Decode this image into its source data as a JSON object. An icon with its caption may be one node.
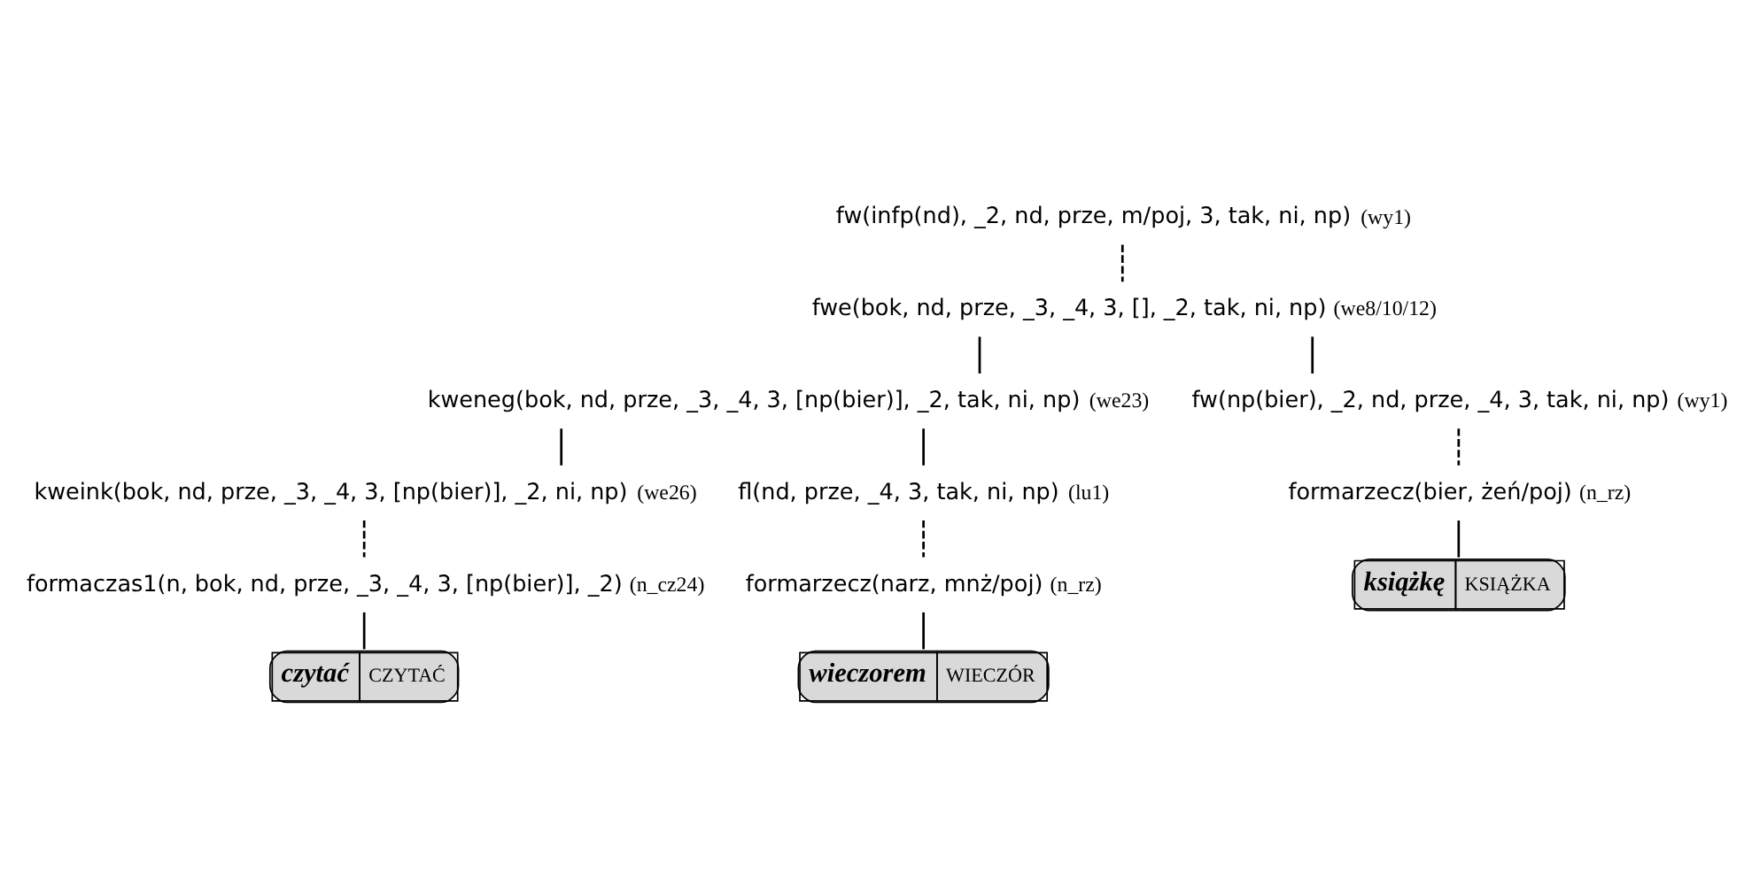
{
  "diagram": {
    "nodes": [
      {
        "text": [
          "fw(infp(nd), _2, nd, prze, m/poj, 3, tak, ni, np)"
        ],
        "beside": [
          "(wy1)"
        ]
      },
      {
        "text": [
          "fwe(bok, nd, prze, _3, _4, 3, [], _2, tak, ni, np)"
        ],
        "beside": [
          "(we8/10/12)"
        ]
      },
      {
        "text": [
          "kweneg(bok, nd, prze, _3, _4, 3, [np(bier)], _2, tak, ni, np)"
        ],
        "beside": [
          "(we23)"
        ]
      },
      {
        "text": [
          "kweink(bok, nd, prze, _3, _4, 3, [np(bier)], _2, ni, np)"
        ],
        "beside": [
          "(we26)"
        ]
      },
      {
        "text": [
          "formaczas1(n, bok, nd, prze, _3, _4, 3, [np(bier)], _2)"
        ],
        "beside": [
          "(n_cz24)"
        ]
      },
      {
        "text": [
          "czytać",
          "CZYTAĆ"
        ]
      },
      {
        "text": [
          "fl(nd, prze, _4, 3, tak, ni, np)"
        ],
        "beside": [
          "(lu1)"
        ]
      },
      {
        "text": [
          "formarzecz(narz, mnż/poj)"
        ],
        "beside": [
          "(n_rz)"
        ]
      },
      {
        "text": [
          "wieczorem",
          "WIECZÓR"
        ]
      },
      {
        "text": [
          "fw(np(bier), _2, nd, prze, _4, 3, tak, ni, np)"
        ],
        "beside": [
          "(wy1)"
        ]
      },
      {
        "text": [
          "formarzecz(bier, żeń/poj)"
        ],
        "beside": [
          "(n_rz)"
        ]
      },
      {
        "text": [
          "książkę",
          "KSIĄŻKA"
        ]
      }
    ],
    "edges": [
      {
        "from": 0,
        "to": 1,
        "arrow": "none",
        "style": "dashed"
      },
      {
        "from": 1,
        "to": 2,
        "arrow": "none"
      },
      {
        "from": 2,
        "to": 3,
        "arrow": "none"
      },
      {
        "from": 3,
        "to": 4,
        "arrow": "none",
        "style": "dashed"
      },
      {
        "from": 4,
        "to": 5,
        "arrow": "none"
      },
      {
        "from": 2,
        "to": 6,
        "arrow": "none"
      },
      {
        "from": 6,
        "to": 7,
        "arrow": "none",
        "style": "dashed"
      },
      {
        "from": 7,
        "to": 8,
        "arrow": "none"
      },
      {
        "from": 1,
        "to": 9,
        "arrow": "none"
      },
      {
        "from": 9,
        "to": 10,
        "arrow": "none",
        "style": "dashed"
      },
      {
        "from": 10,
        "to": 11,
        "arrow": "none"
      }
    ]
  }
}
